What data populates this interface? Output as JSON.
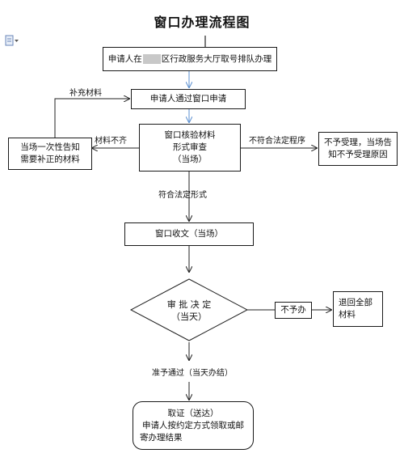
{
  "title": "窗口办理流程图",
  "boxes": {
    "queue": {
      "before": "申请人在",
      "after": "区行政服务大厅取号排队办理"
    },
    "apply": "申请人通过窗口申请",
    "check": [
      "窗口核验材料",
      "形式审查",
      "（当场）"
    ],
    "notify": [
      "当场一次性告知",
      "需要补正的材料"
    ],
    "reject": [
      "不予受理，当场告",
      "知不予受理原因"
    ],
    "receive": "窗口收文（当场）",
    "decision": [
      "审 批 决 定",
      "（当天）"
    ],
    "refuse": "不予办",
    "return": [
      "退回全部",
      "材料"
    ],
    "collect": [
      "取证（送达）",
      "申请人按约定方式领取或邮",
      "寄办理结果"
    ]
  },
  "labels": {
    "supplement": "补充材料",
    "incomplete": "材料不齐",
    "non_compliant": "不符合法定程序",
    "compliant": "符合法定形式",
    "approved": "准予通过（当天办结）"
  },
  "icons": {
    "doc": "document-icon"
  }
}
